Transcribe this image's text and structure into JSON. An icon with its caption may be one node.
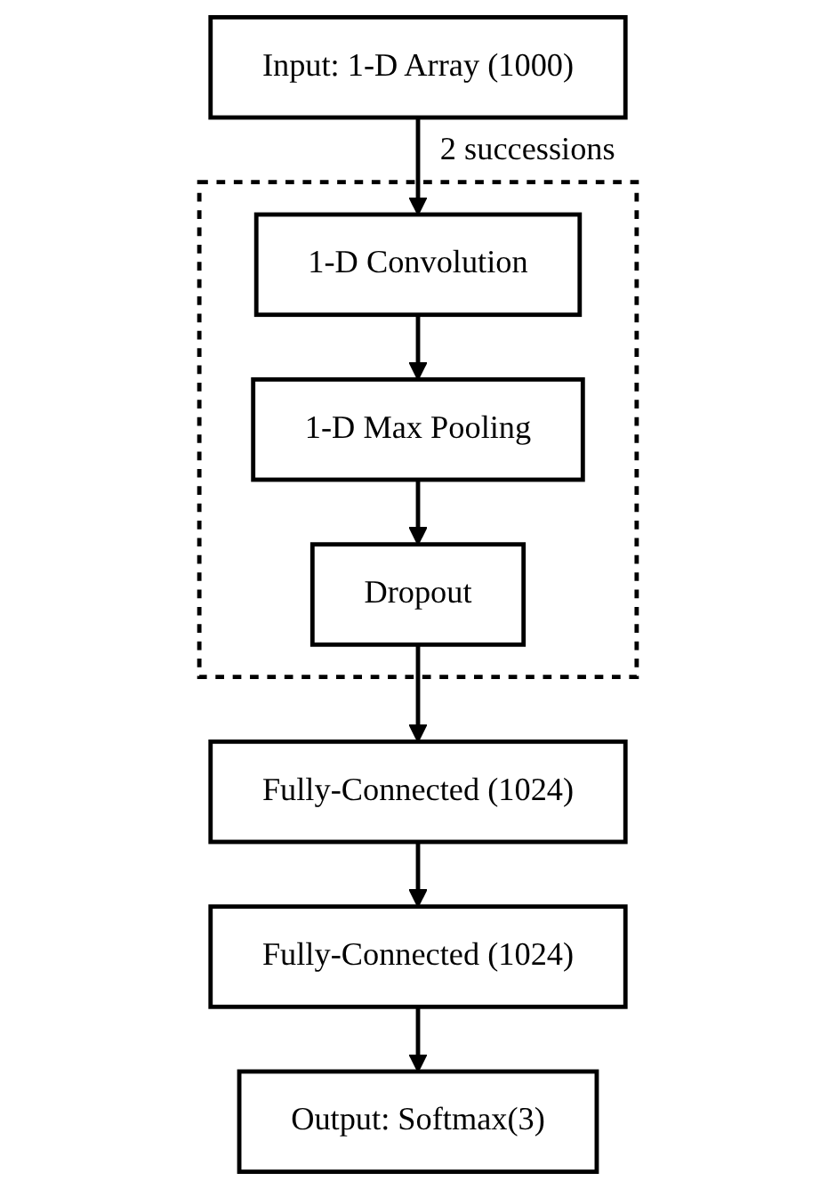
{
  "diagram": {
    "nodes": [
      {
        "text": [
          "Input: 1-D Array (1000)"
        ]
      },
      {
        "text": [
          "2 successions"
        ]
      },
      {
        "text": [
          "1-D Convolution"
        ],
        "in": 1
      },
      {
        "text": [
          "1-D Max Pooling"
        ],
        "in": 1
      },
      {
        "text": [
          "Dropout"
        ],
        "in": 1
      },
      {
        "text": [
          "Fully-Connected (1024)"
        ]
      },
      {
        "text": [
          "Fully-Connected (1024)"
        ]
      },
      {
        "text": [
          "Output: Softmax(3)"
        ]
      }
    ],
    "edges": [
      {
        "from": 0,
        "to": 2,
        "arrow": "to"
      },
      {
        "from": 2,
        "to": 3,
        "arrow": "to"
      },
      {
        "from": 3,
        "to": 4,
        "arrow": "to"
      },
      {
        "from": 4,
        "to": 5,
        "arrow": "to"
      },
      {
        "from": 5,
        "to": 6,
        "arrow": "to"
      },
      {
        "from": 6,
        "to": 7,
        "arrow": "to"
      }
    ]
  }
}
